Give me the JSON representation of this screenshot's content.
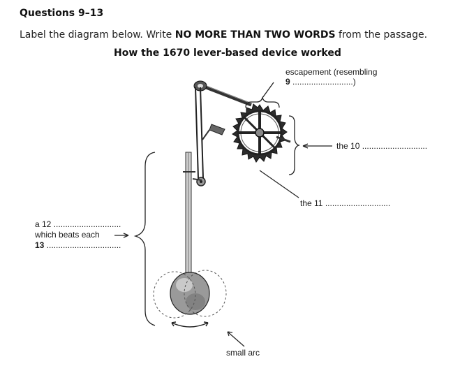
{
  "header": {
    "questions_title": "Questions 9–13",
    "instruction_prefix": "Label the diagram below. Write ",
    "instruction_bold": "NO MORE THAN TWO WORDS",
    "instruction_suffix": " from the passage.",
    "diagram_title": "How the 1670 lever-based device worked"
  },
  "labels": {
    "escapement_line1": "escapement (resembling",
    "q9_number": "9",
    "q9_dots": "..........................",
    "q9_close": ")",
    "q10_prefix": "the 10",
    "q10_dots": "............................",
    "q11_prefix": "the 11",
    "q11_dots": "............................",
    "q12_prefix": "a 12",
    "q12_dots": ".............................",
    "which_beats": "which beats each",
    "q13_number": "13",
    "q13_dots": "................................",
    "small_arc": "small arc"
  }
}
